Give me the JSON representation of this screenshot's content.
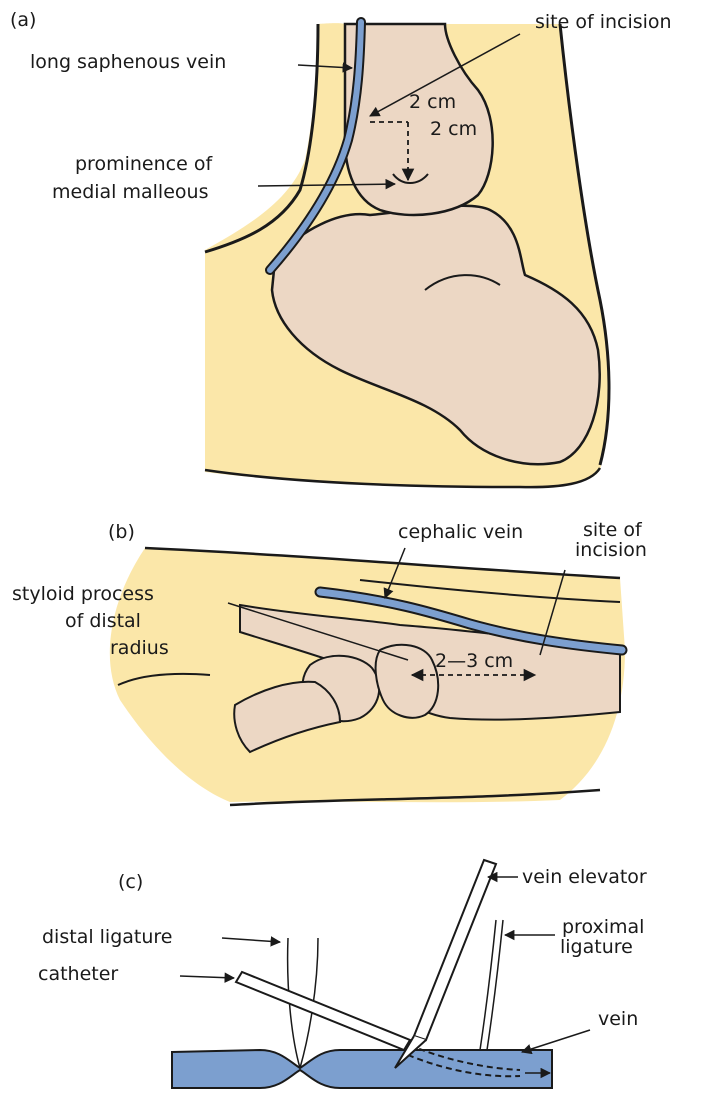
{
  "figure": {
    "panels": {
      "a": {
        "label": "(a)",
        "labels": {
          "site_of_incision": "site of incision",
          "long_saphenous_vein": "long saphenous vein",
          "dist_horizontal": "2 cm",
          "dist_vertical": "2 cm",
          "prominence_line1": "prominence of",
          "prominence_line2": "medial malleous"
        }
      },
      "b": {
        "label": "(b)",
        "labels": {
          "cephalic_vein": "cephalic vein",
          "site_line1": "site of",
          "site_line2": "incision",
          "styloid_line1": "styloid process",
          "styloid_line2": "of distal",
          "styloid_line3": "radius",
          "distance": "2—3 cm"
        }
      },
      "c": {
        "label": "(c)",
        "labels": {
          "vein_elevator": "vein elevator",
          "distal_ligature": "distal ligature",
          "proximal_line1": "proximal",
          "proximal_line2": "ligature",
          "catheter": "catheter",
          "vein": "vein"
        }
      }
    },
    "colors": {
      "skin": "#fbe7a9",
      "bone": "#ecd7c4",
      "vein": "#7c9fcf",
      "outline": "#1a1a1a"
    }
  }
}
